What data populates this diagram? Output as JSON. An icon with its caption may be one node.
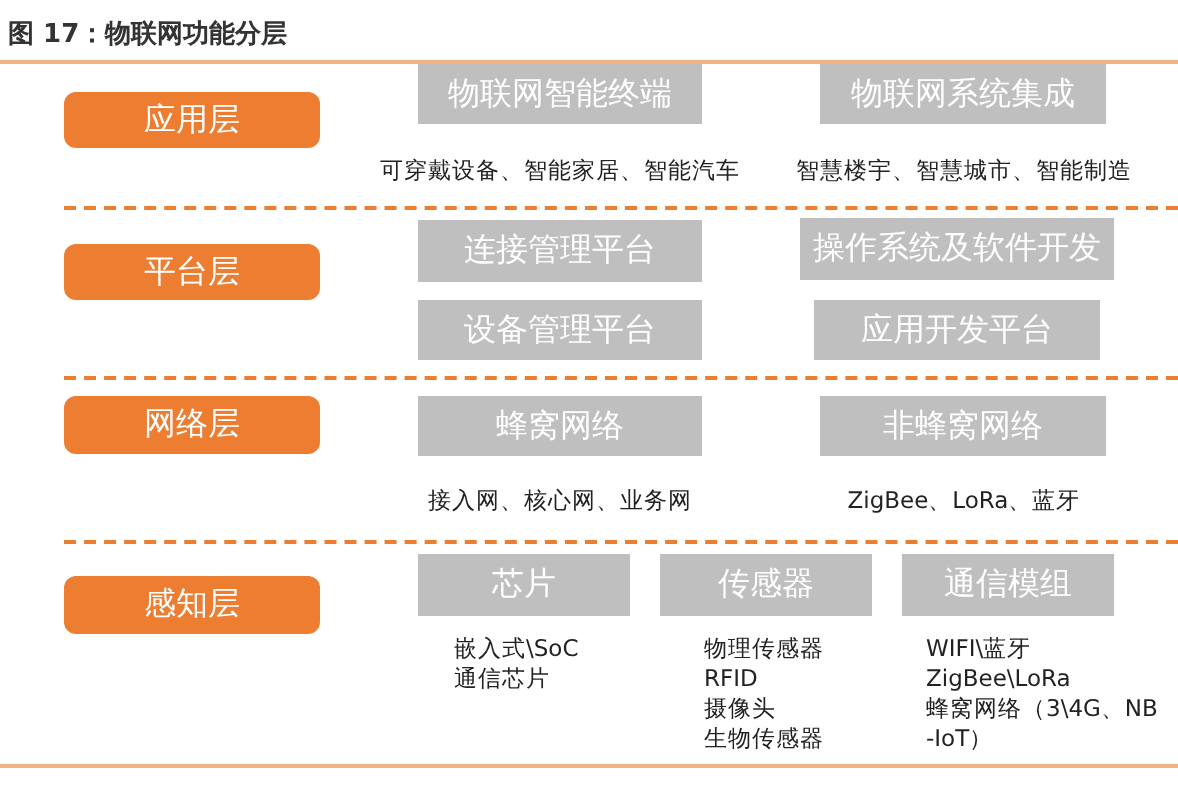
{
  "diagram": {
    "title": "图 17：物联网功能分层",
    "nodes": [
      {
        "text": [
          "应用层"
        ]
      },
      {
        "text": [
          "物联网智能终端"
        ],
        "beside": [
          "可穿戴设备、智能家居、智能汽车"
        ]
      },
      {
        "text": [
          "物联网系统集成"
        ],
        "beside": [
          "智慧楼宇、智慧城市、智能制造"
        ]
      },
      {
        "text": [
          "平台层"
        ]
      },
      {
        "text": [
          "连接管理平台"
        ]
      },
      {
        "text": [
          "操作系统及软件开发"
        ]
      },
      {
        "text": [
          "设备管理平台"
        ]
      },
      {
        "text": [
          "应用开发平台"
        ]
      },
      {
        "text": [
          "网络层"
        ]
      },
      {
        "text": [
          "蜂窝网络"
        ],
        "beside": [
          "接入网、核心网、业务网"
        ]
      },
      {
        "text": [
          "非蜂窝网络"
        ],
        "beside": [
          "ZigBee、LoRa、蓝牙"
        ]
      },
      {
        "text": [
          "感知层"
        ]
      },
      {
        "text": [
          "芯片"
        ],
        "beside": [
          "嵌入式\\SoC",
          "通信芯片"
        ]
      },
      {
        "text": [
          "传感器"
        ],
        "beside": [
          "物理传感器",
          "RFID",
          "摄像头",
          "生物传感器"
        ]
      },
      {
        "text": [
          "通信模组"
        ],
        "beside": [
          "WIFI\\蓝牙",
          "ZigBee\\LoRa",
          "蜂窝网络（3\\4G、NB-IoT）"
        ]
      }
    ]
  }
}
